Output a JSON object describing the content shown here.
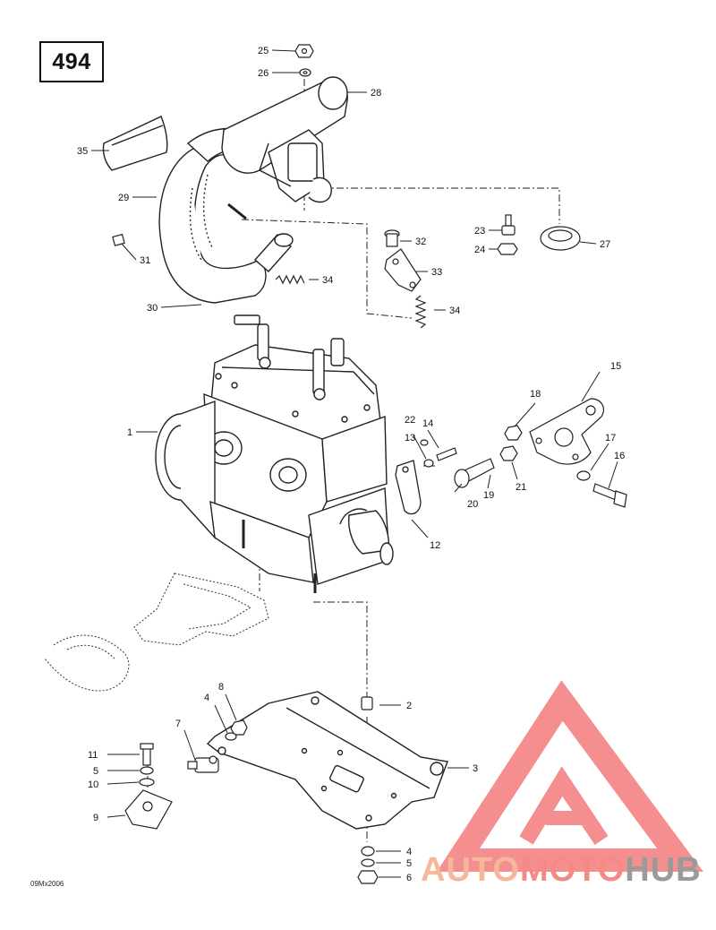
{
  "page_number": "494",
  "drawing_code": "09Mx2006",
  "watermark": {
    "part1": "AUTO",
    "part2": "MOTO",
    "part3": "HUB",
    "colors": {
      "part1": "#f6b79a",
      "part2": "#f28a86",
      "part3": "#9a9a9a",
      "logo": "#f47c7c"
    }
  },
  "callouts": {
    "c1": "1",
    "c2": "2",
    "c3": "3",
    "c4a": "4",
    "c4b": "4",
    "c5a": "5",
    "c5b": "5",
    "c6": "6",
    "c7": "7",
    "c8": "8",
    "c9": "9",
    "c10": "10",
    "c11": "11",
    "c12": "12",
    "c13": "13",
    "c14": "14",
    "c15": "15",
    "c16": "16",
    "c17": "17",
    "c18": "18",
    "c19": "19",
    "c20": "20",
    "c21": "21",
    "c22": "22",
    "c23": "23",
    "c24": "24",
    "c25": "25",
    "c26": "26",
    "c27": "27",
    "c28": "28",
    "c29": "29",
    "c30": "30",
    "c31": "31",
    "c32": "32",
    "c33": "33",
    "c34a": "34",
    "c34b": "34",
    "c35": "35"
  }
}
